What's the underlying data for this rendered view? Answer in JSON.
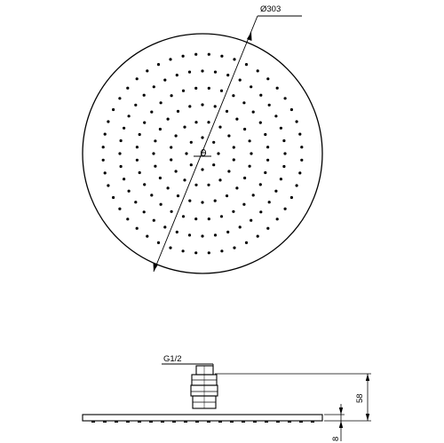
{
  "drawing": {
    "diameter_label": "Ø303",
    "thread_label": "G1/2",
    "height_label": "58",
    "thickness_label": "8"
  },
  "colors": {
    "ink": "#000000",
    "paper": "#ffffff"
  }
}
